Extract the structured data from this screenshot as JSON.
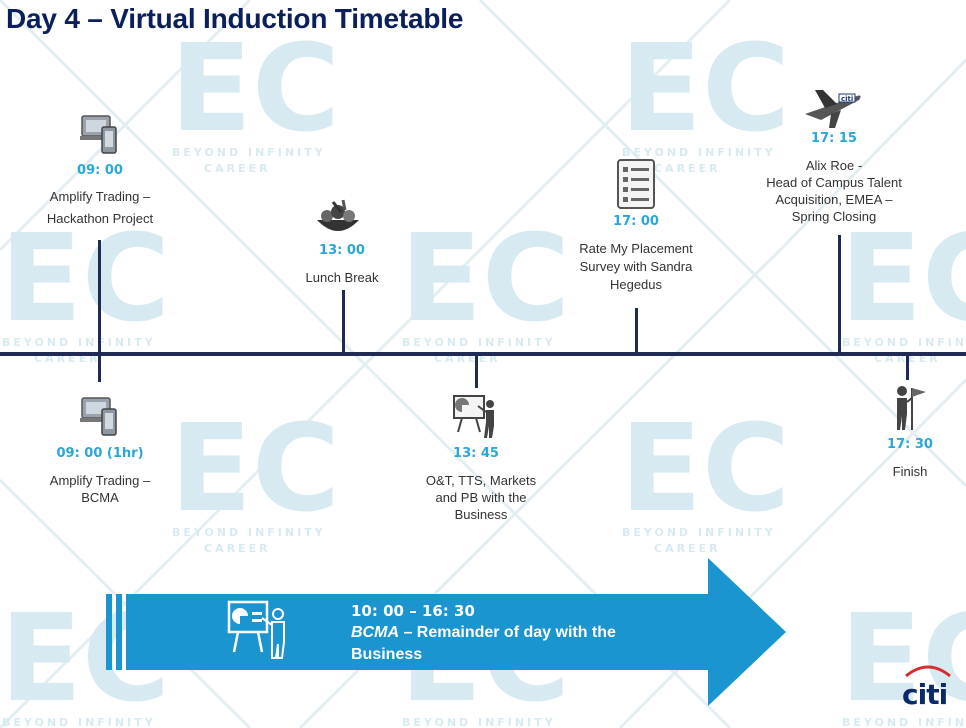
{
  "title": "Day 4 – Virtual Induction Timetable",
  "watermark": {
    "monogram": "EC",
    "tagline_1": "BEYOND INFINITY",
    "tagline_2": "CAREER"
  },
  "events": [
    {
      "id": "0900",
      "time": "09: 00",
      "description": "Amplify Trading – Hackathon Project",
      "line_1": "Amplify Trading –",
      "line_2": "Hackathon Project",
      "position": "above",
      "icon": "laptop-phone-icon"
    },
    {
      "id": "1300",
      "time": "13: 00",
      "description": "Lunch Break",
      "position": "above",
      "icon": "food-bowl-icon"
    },
    {
      "id": "1700",
      "time": "17: 00",
      "line_1": "Rate My Placement",
      "line_2": "Survey with Sandra",
      "line_3": "Hegedus",
      "position": "above",
      "icon": "checklist-icon"
    },
    {
      "id": "1715",
      "time": "17: 15",
      "line_1": "Alix Roe -",
      "line_2": "Head of Campus Talent",
      "line_3": "Acquisition, EMEA –",
      "line_4": "Spring Closing",
      "position": "above",
      "icon": "airplane-icon"
    },
    {
      "id": "0900b",
      "time": "09: 00 (1hr)",
      "line_1": "Amplify Trading –",
      "line_2": "BCMA",
      "position": "below",
      "icon": "laptop-phone-icon"
    },
    {
      "id": "1345",
      "time": "13: 45",
      "line_1": "O&T, TTS, Markets",
      "line_2": "and PB with the",
      "line_3": "Business",
      "position": "below",
      "icon": "presentation-icon"
    },
    {
      "id": "1730",
      "time": "17: 30",
      "description": "Finish",
      "position": "below",
      "icon": "finish-flag-icon"
    }
  ],
  "banner": {
    "time": "10: 00 – 16: 30",
    "name": "BCMA",
    "line_1_rest": " – Remainder of day with the",
    "line_2": "Business",
    "icon": "presentation-icon",
    "color": "#1b95d0"
  },
  "logo": {
    "text": "citi",
    "color": "#0b2a6b",
    "arc_color": "#d62e2e"
  },
  "colors": {
    "title": "#0b1f5c",
    "timeline": "#1f2a55",
    "time": "#2aa7d8",
    "banner": "#1b95d0"
  }
}
